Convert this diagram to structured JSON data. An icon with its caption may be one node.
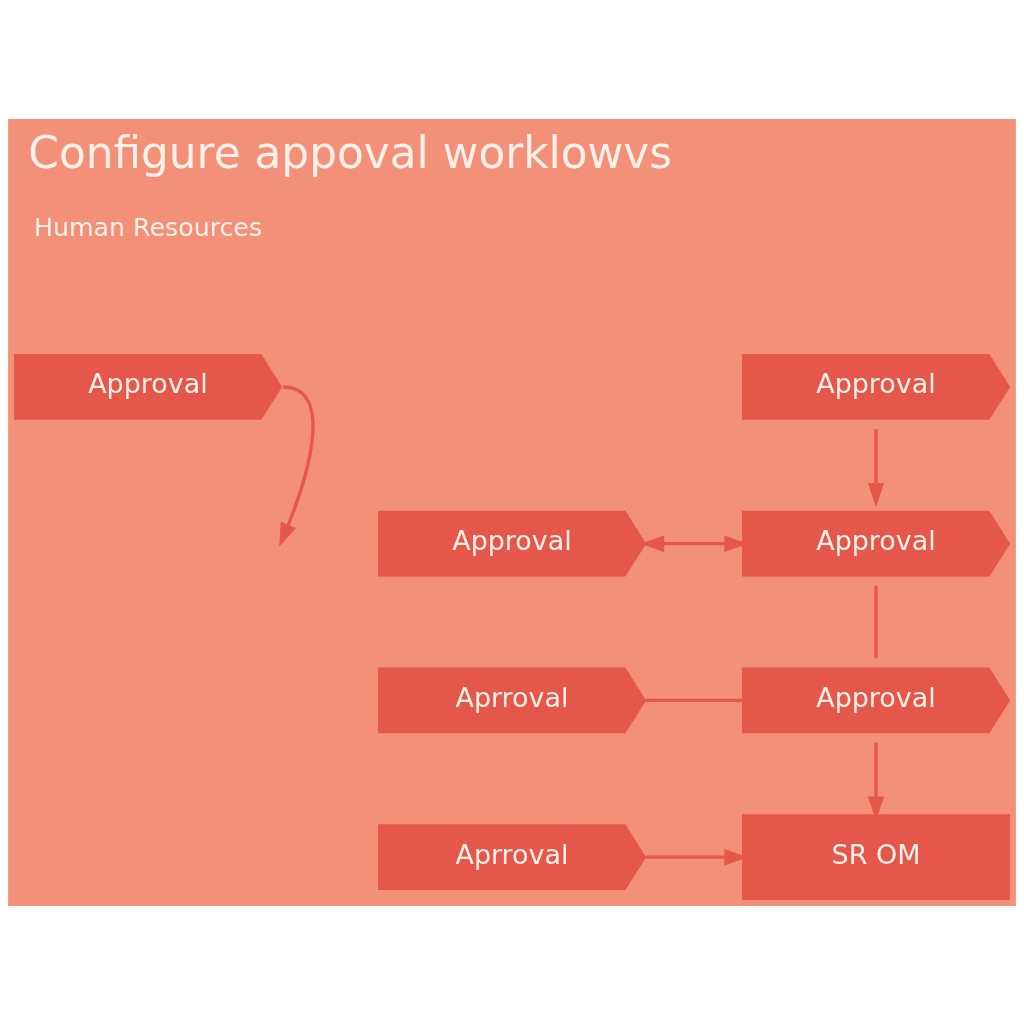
{
  "diagram": {
    "title": "Configure appoval worklowvs",
    "nodes": [
      {
        "text": [
          "Approval"
        ]
      },
      {
        "text": [
          "Approval"
        ]
      },
      {
        "text": [
          "Approval"
        ]
      },
      {
        "text": [
          "Approval"
        ]
      },
      {
        "text": [
          "Aprroval"
        ]
      },
      {
        "text": [
          "Approval"
        ]
      },
      {
        "text": [
          "Aprroval"
        ]
      },
      {
        "text": [
          "SR OM"
        ]
      }
    ],
    "edges": [
      {
        "from": 0,
        "to": null,
        "arrow": "to"
      },
      {
        "from": 1,
        "to": 3,
        "arrow": "to"
      },
      {
        "from": 2,
        "to": 3,
        "arrow": "both"
      },
      {
        "from": 3,
        "to": 5,
        "arrow": "none"
      },
      {
        "from": 4,
        "to": 5,
        "arrow": "none"
      },
      {
        "from": 5,
        "to": 7,
        "arrow": "to"
      },
      {
        "from": 6,
        "to": 7,
        "arrow": "to"
      }
    ],
    "labels": [
      "Human Resources"
    ]
  }
}
